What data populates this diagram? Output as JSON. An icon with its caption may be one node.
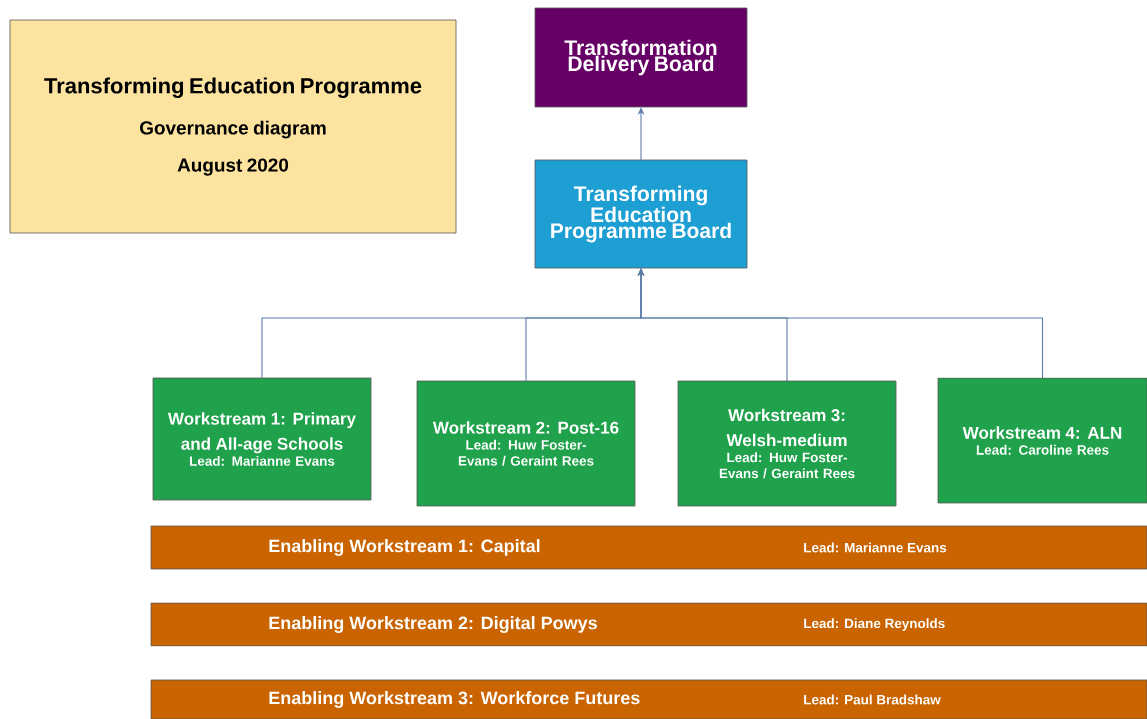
{
  "diagram": {
    "nodes": [
      {
        "text": [
          "Transforming Education Programme",
          "Governance diagram",
          "August 2020"
        ]
      },
      {
        "text": [
          "Transformation Delivery Board"
        ]
      },
      {
        "text": [
          "Transforming Education Programme Board"
        ]
      },
      {
        "text": [
          "Workstream 1: Primary and All-age Schools",
          "Lead: Marianne Evans"
        ]
      },
      {
        "text": [
          "Workstream 2: Post-16",
          "Lead: Huw Foster-Evans / Geraint Rees"
        ]
      },
      {
        "text": [
          "Workstream 3: Welsh-medium",
          "Lead: Huw Foster-Evans / Geraint Rees"
        ]
      },
      {
        "text": [
          "Workstream 4: ALN",
          "Lead: Caroline Rees"
        ]
      },
      {
        "text": [
          "Enabling Workstream 1: Capital",
          "Lead: Marianne Evans"
        ]
      },
      {
        "text": [
          "Enabling Workstream 2: Digital Powys",
          "Lead: Diane Reynolds"
        ]
      },
      {
        "text": [
          "Enabling Workstream 3: Workforce Futures",
          "Lead: Paul Bradshaw"
        ]
      }
    ],
    "edges": [
      {
        "from": 2,
        "to": 1,
        "arrow": "to"
      },
      {
        "from": 3,
        "to": 2,
        "arrow": "to"
      },
      {
        "from": 4,
        "to": 2,
        "arrow": "to"
      },
      {
        "from": 5,
        "to": 2,
        "arrow": "to"
      },
      {
        "from": 6,
        "to": 2,
        "arrow": "to"
      }
    ]
  }
}
